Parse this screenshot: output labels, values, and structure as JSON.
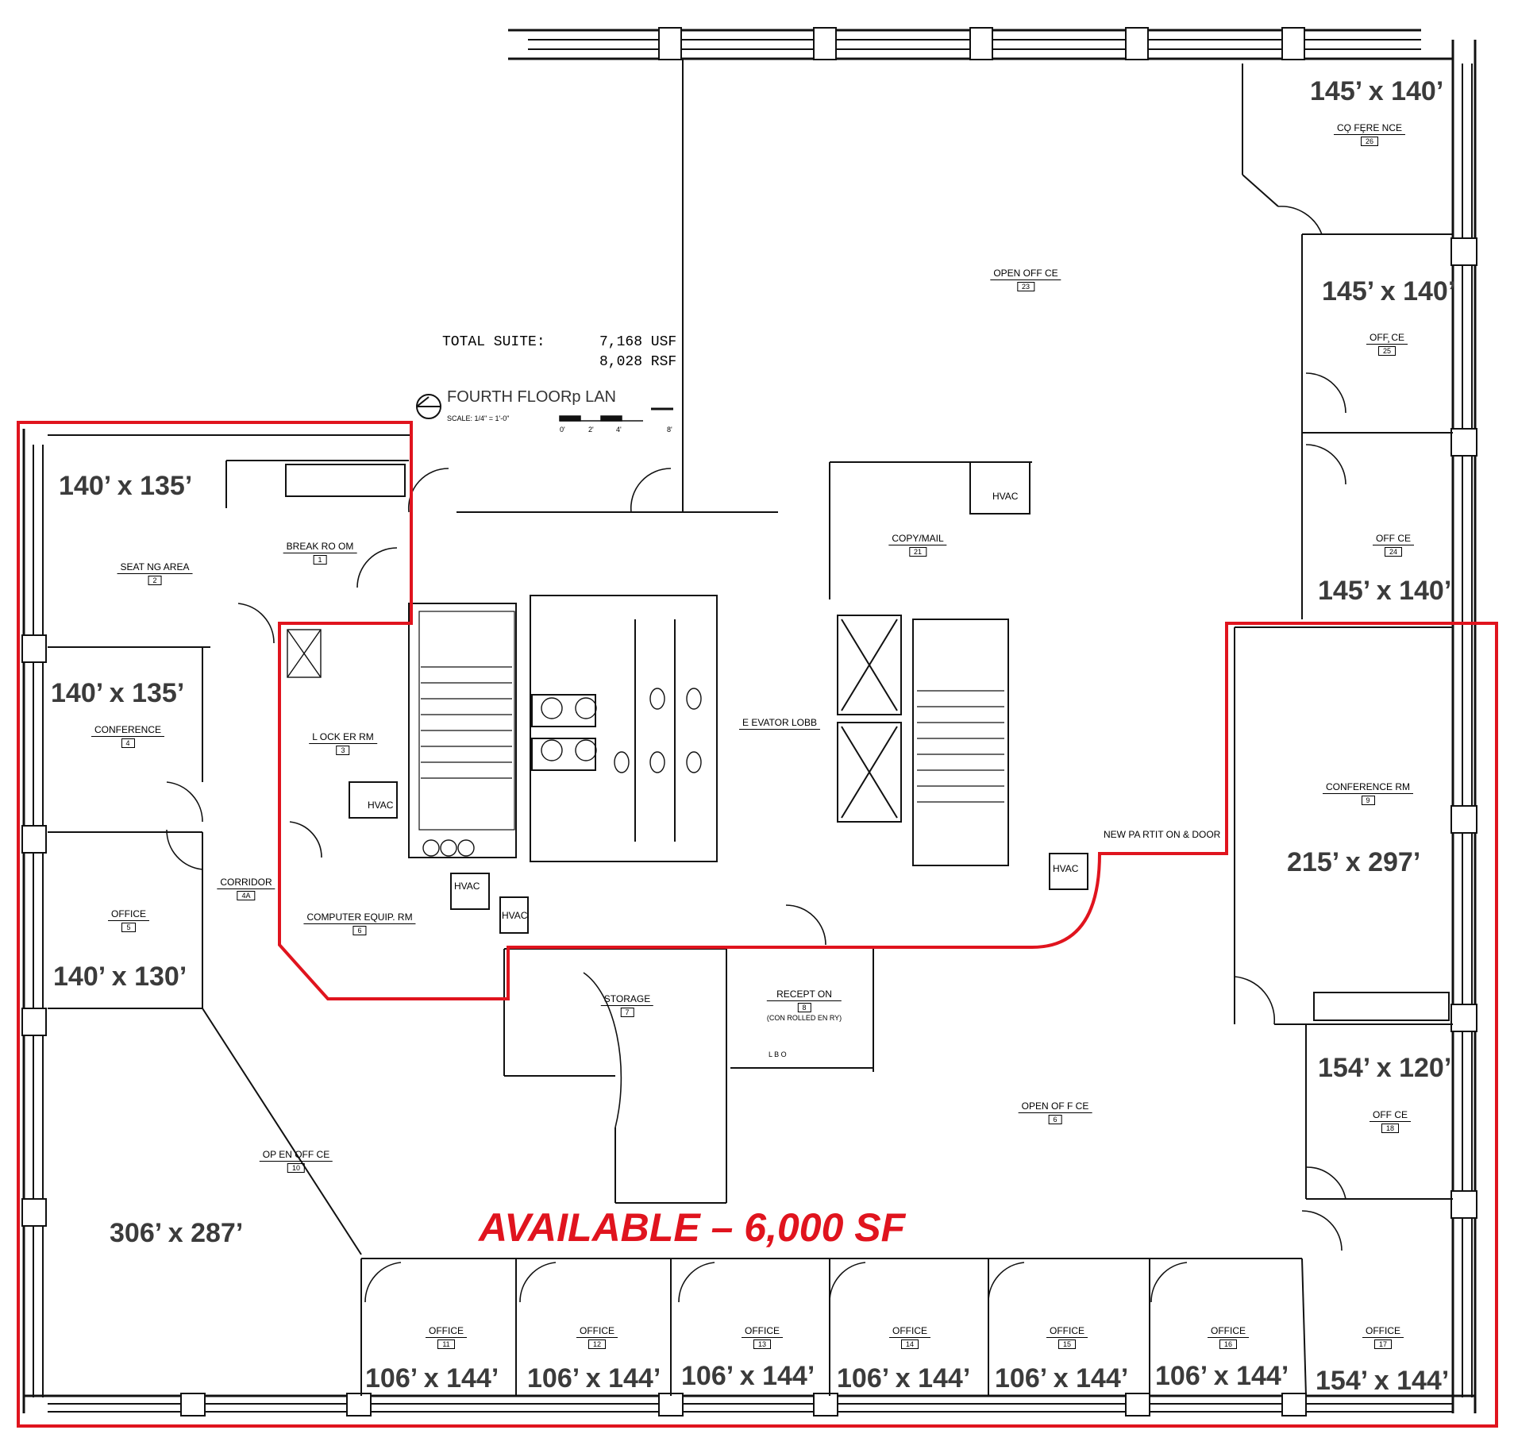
{
  "summary": {
    "total_suite_label": "TOTAL SUITE:",
    "usf": "7,168 USF",
    "rsf": "8,028 RSF",
    "plan_title": "FOURTH FLOORp LAN",
    "scale": "SCALE:   1/4\" = 1'-0\"",
    "scale_ticks": [
      "0'",
      "2'",
      "4'",
      "8'"
    ]
  },
  "availability": {
    "label": "AVAILABLE – 6,000 SF",
    "highlight_color": "#e0141e"
  },
  "rooms": {
    "conference_26": {
      "name": "CO̧ FȨRE NCE",
      "number": "26",
      "dimension": "145’ x 140’"
    },
    "office_25": {
      "name": "OFF̧ CE",
      "number": "25",
      "dimension": "145’ x 140’"
    },
    "office_24": {
      "name": "OFF CE",
      "number": "24",
      "dimension": "145’ x 140’"
    },
    "open_office_23": {
      "name": "OPEN OFF CE",
      "number": "23"
    },
    "copy_mail_21": {
      "name": "COPY/MAIL",
      "number": "21"
    },
    "elevator_lobby": {
      "name": "E EVATOR LOBB"
    },
    "seating_area_2": {
      "name": "SEAT NG AREA",
      "number": "2",
      "dimension": "140’ x 135’"
    },
    "break_room_1": {
      "name": "BREAK RO OM",
      "number": "1"
    },
    "conference_4": {
      "name": "CONFERENCE",
      "number": "4",
      "dimension": "140’ x 135’"
    },
    "locker_rm_3": {
      "name": "L OCK ER RM",
      "number": "3"
    },
    "office_5": {
      "name": "OFFICE",
      "number": "5",
      "dimension": "140’ x 130’"
    },
    "corridor_4a": {
      "name": "CORRIDOR",
      "number": "4A"
    },
    "computer_equip_6": {
      "name": "COMPUTER EQUIP. RM",
      "number": "6"
    },
    "storage_7": {
      "name": "STORAGE",
      "number": "7"
    },
    "reception_8": {
      "name": "RECEPT ON",
      "number": "8",
      "note": "(CON ROLLED EN RY)"
    },
    "conference_rm_9": {
      "name": "CONFERENCE RM",
      "number": "9",
      "dimension": "215’ x 297’"
    },
    "open_office_6": {
      "name": "OPEN OF F CE",
      "number": "6"
    },
    "open_office_10": {
      "name": "OP EN OFF CE",
      "number": "10",
      "dimension": "306’ x 287’"
    },
    "office_18": {
      "name": "OFF CE",
      "number": "18",
      "dimension": "154’ x 120’"
    },
    "office_11": {
      "name": "OFFICE",
      "number": "11",
      "dimension": "106’ x 144’"
    },
    "office_12": {
      "name": "OFFICE",
      "number": "12",
      "dimension": "106’ x 144’"
    },
    "office_13": {
      "name": "OFFICE",
      "number": "13",
      "dimension": "106’ x 144’"
    },
    "office_14": {
      "name": "OFFICE",
      "number": "14",
      "dimension": "106’ x 144’"
    },
    "office_15": {
      "name": "OFFICE",
      "number": "15",
      "dimension": "106’ x 144’"
    },
    "office_16": {
      "name": "OFFICE",
      "number": "16",
      "dimension": "106’ x 144’"
    },
    "office_17": {
      "name": "OFFICE",
      "number": "17",
      "dimension": "154’ x 144’"
    }
  },
  "annotations": {
    "hvac": "HVAC",
    "partition": "NEW PA RTIT ON & DOOR",
    "lbo": "L B O"
  }
}
